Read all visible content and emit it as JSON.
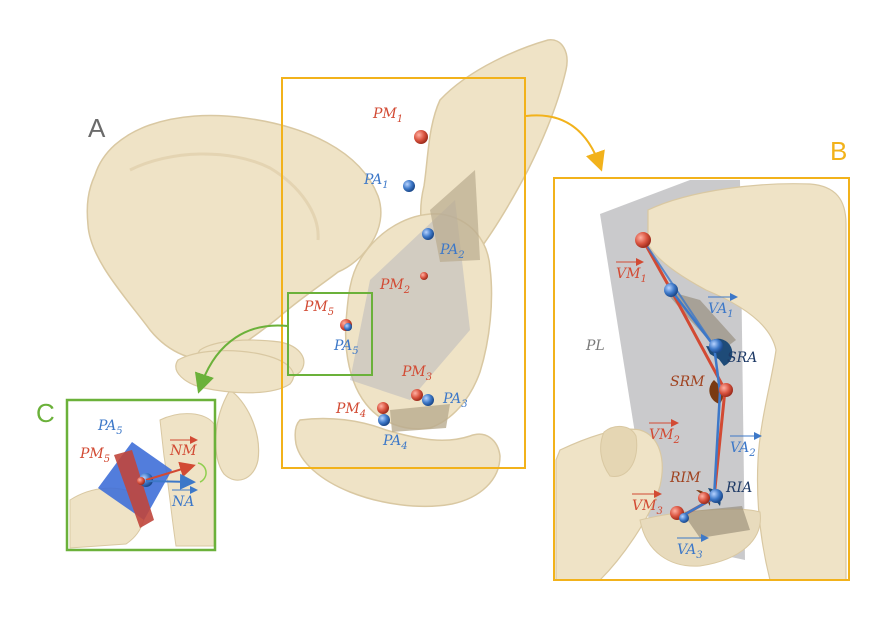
{
  "panels": {
    "a": {
      "letter": "A"
    },
    "b": {
      "letter": "B"
    },
    "c": {
      "letter": "C"
    }
  },
  "colors": {
    "bone": "#efe3c6",
    "bone_shadow": "#d9c8a2",
    "red": "#d24a33",
    "blue": "#3d78c8",
    "frame_yellow": "#f2b21b",
    "frame_green": "#6bb13a",
    "plane_gray": "#c4c4c6",
    "gray_text": "#6b6b6b"
  },
  "labels_a": {
    "pm": [
      "PM",
      "PM",
      "PM",
      "PM",
      "PM"
    ],
    "pm_sub": [
      "1",
      "2",
      "3",
      "4",
      "5"
    ],
    "pa": [
      "PA",
      "PA",
      "PA",
      "PA",
      "PA"
    ],
    "pa_sub": [
      "1",
      "2",
      "3",
      "4",
      "5"
    ]
  },
  "labels_b": {
    "vm": [
      "VM",
      "VM",
      "VM"
    ],
    "vm_sub": [
      "1",
      "2",
      "3"
    ],
    "va": [
      "VA",
      "VA",
      "VA"
    ],
    "va_sub": [
      "1",
      "2",
      "3"
    ],
    "pl": "PL",
    "srm": "SRM",
    "sra": "SRA",
    "rim": "RIM",
    "ria": "RIA"
  },
  "labels_c": {
    "pa": "PA",
    "pa_sub": "5",
    "pm": "PM",
    "pm_sub": "5",
    "nm": "NM",
    "na": "NA"
  }
}
